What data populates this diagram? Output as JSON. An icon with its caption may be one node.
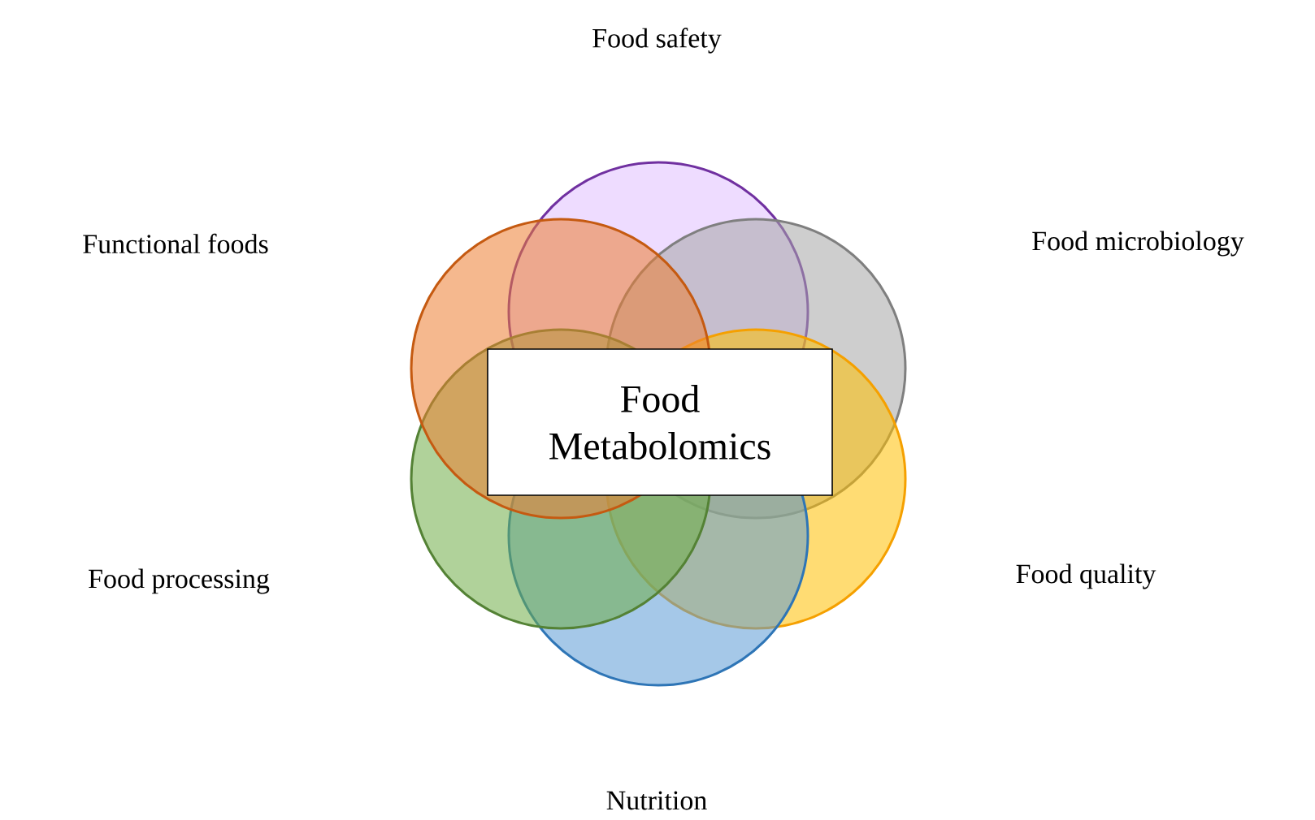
{
  "diagram": {
    "nodes": [
      {
        "text": [
          "Food Metabolomics"
        ]
      }
    ],
    "labels": [
      "Food safety",
      "Functional foods",
      "Food microbiology",
      "Food processing",
      "Food quality",
      "Nutrition"
    ]
  }
}
